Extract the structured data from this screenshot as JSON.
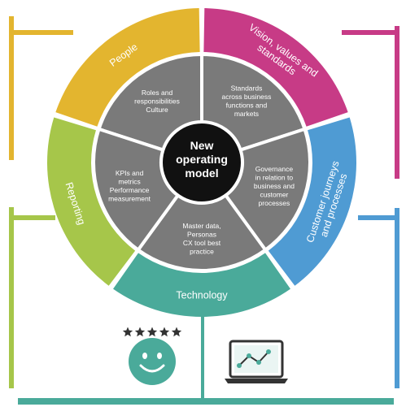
{
  "center": {
    "lines": [
      "New",
      "operating",
      "model"
    ]
  },
  "outer_ring": [
    {
      "id": "people",
      "label": "People",
      "color": "#e3b52f"
    },
    {
      "id": "vision",
      "label": "Vision, values and standards",
      "color": "#c73b86"
    },
    {
      "id": "customer",
      "label": "Customer journeys and processes",
      "color": "#4f9bd3"
    },
    {
      "id": "technology",
      "label": "Technology",
      "color": "#4aaa9a"
    },
    {
      "id": "reporting",
      "label": "Reporting",
      "color": "#a6c64a"
    }
  ],
  "inner_ring": [
    {
      "id": "people",
      "lines": [
        "Roles and",
        "responsibilities",
        "Culture"
      ]
    },
    {
      "id": "vision",
      "lines": [
        "Standards",
        "across business",
        "functions and",
        "markets"
      ]
    },
    {
      "id": "customer",
      "lines": [
        "Governance",
        "in relation to",
        "business and",
        "customer",
        "processes"
      ]
    },
    {
      "id": "technology",
      "lines": [
        "Master data,",
        "Personas",
        "CX tool best",
        "practice"
      ]
    },
    {
      "id": "reporting",
      "lines": [
        "KPIs and",
        "metrics",
        "Performance",
        "measurement"
      ]
    }
  ],
  "colors": {
    "inner_segment": "#7a7a7a",
    "center": "#111111",
    "divider": "#ffffff",
    "smiley_face": "#4aaa9a",
    "star": "#333333",
    "laptop": "#333333",
    "bottom_bar": "#4aaa9a"
  },
  "icons": {
    "rating": "five-star-rating-icon",
    "face": "smiley-face-icon",
    "laptop": "laptop-line-chart-icon"
  }
}
